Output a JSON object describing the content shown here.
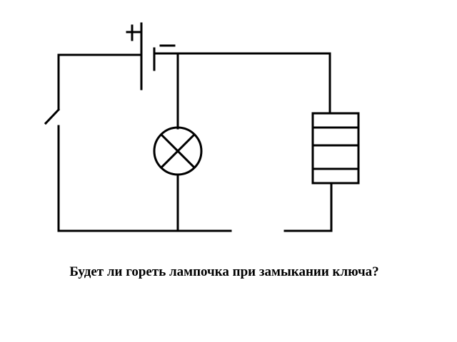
{
  "diagram": {
    "title": "circuit-diagram",
    "battery_plus_label": "+",
    "battery_minus_label": "−",
    "components": [
      "battery",
      "switch",
      "lamp",
      "resistor"
    ],
    "switch_state": "open"
  },
  "question": "Будет ли гореть лампочка при замыкании ключа?",
  "colors": {
    "line": "#000000",
    "background": "#ffffff"
  }
}
